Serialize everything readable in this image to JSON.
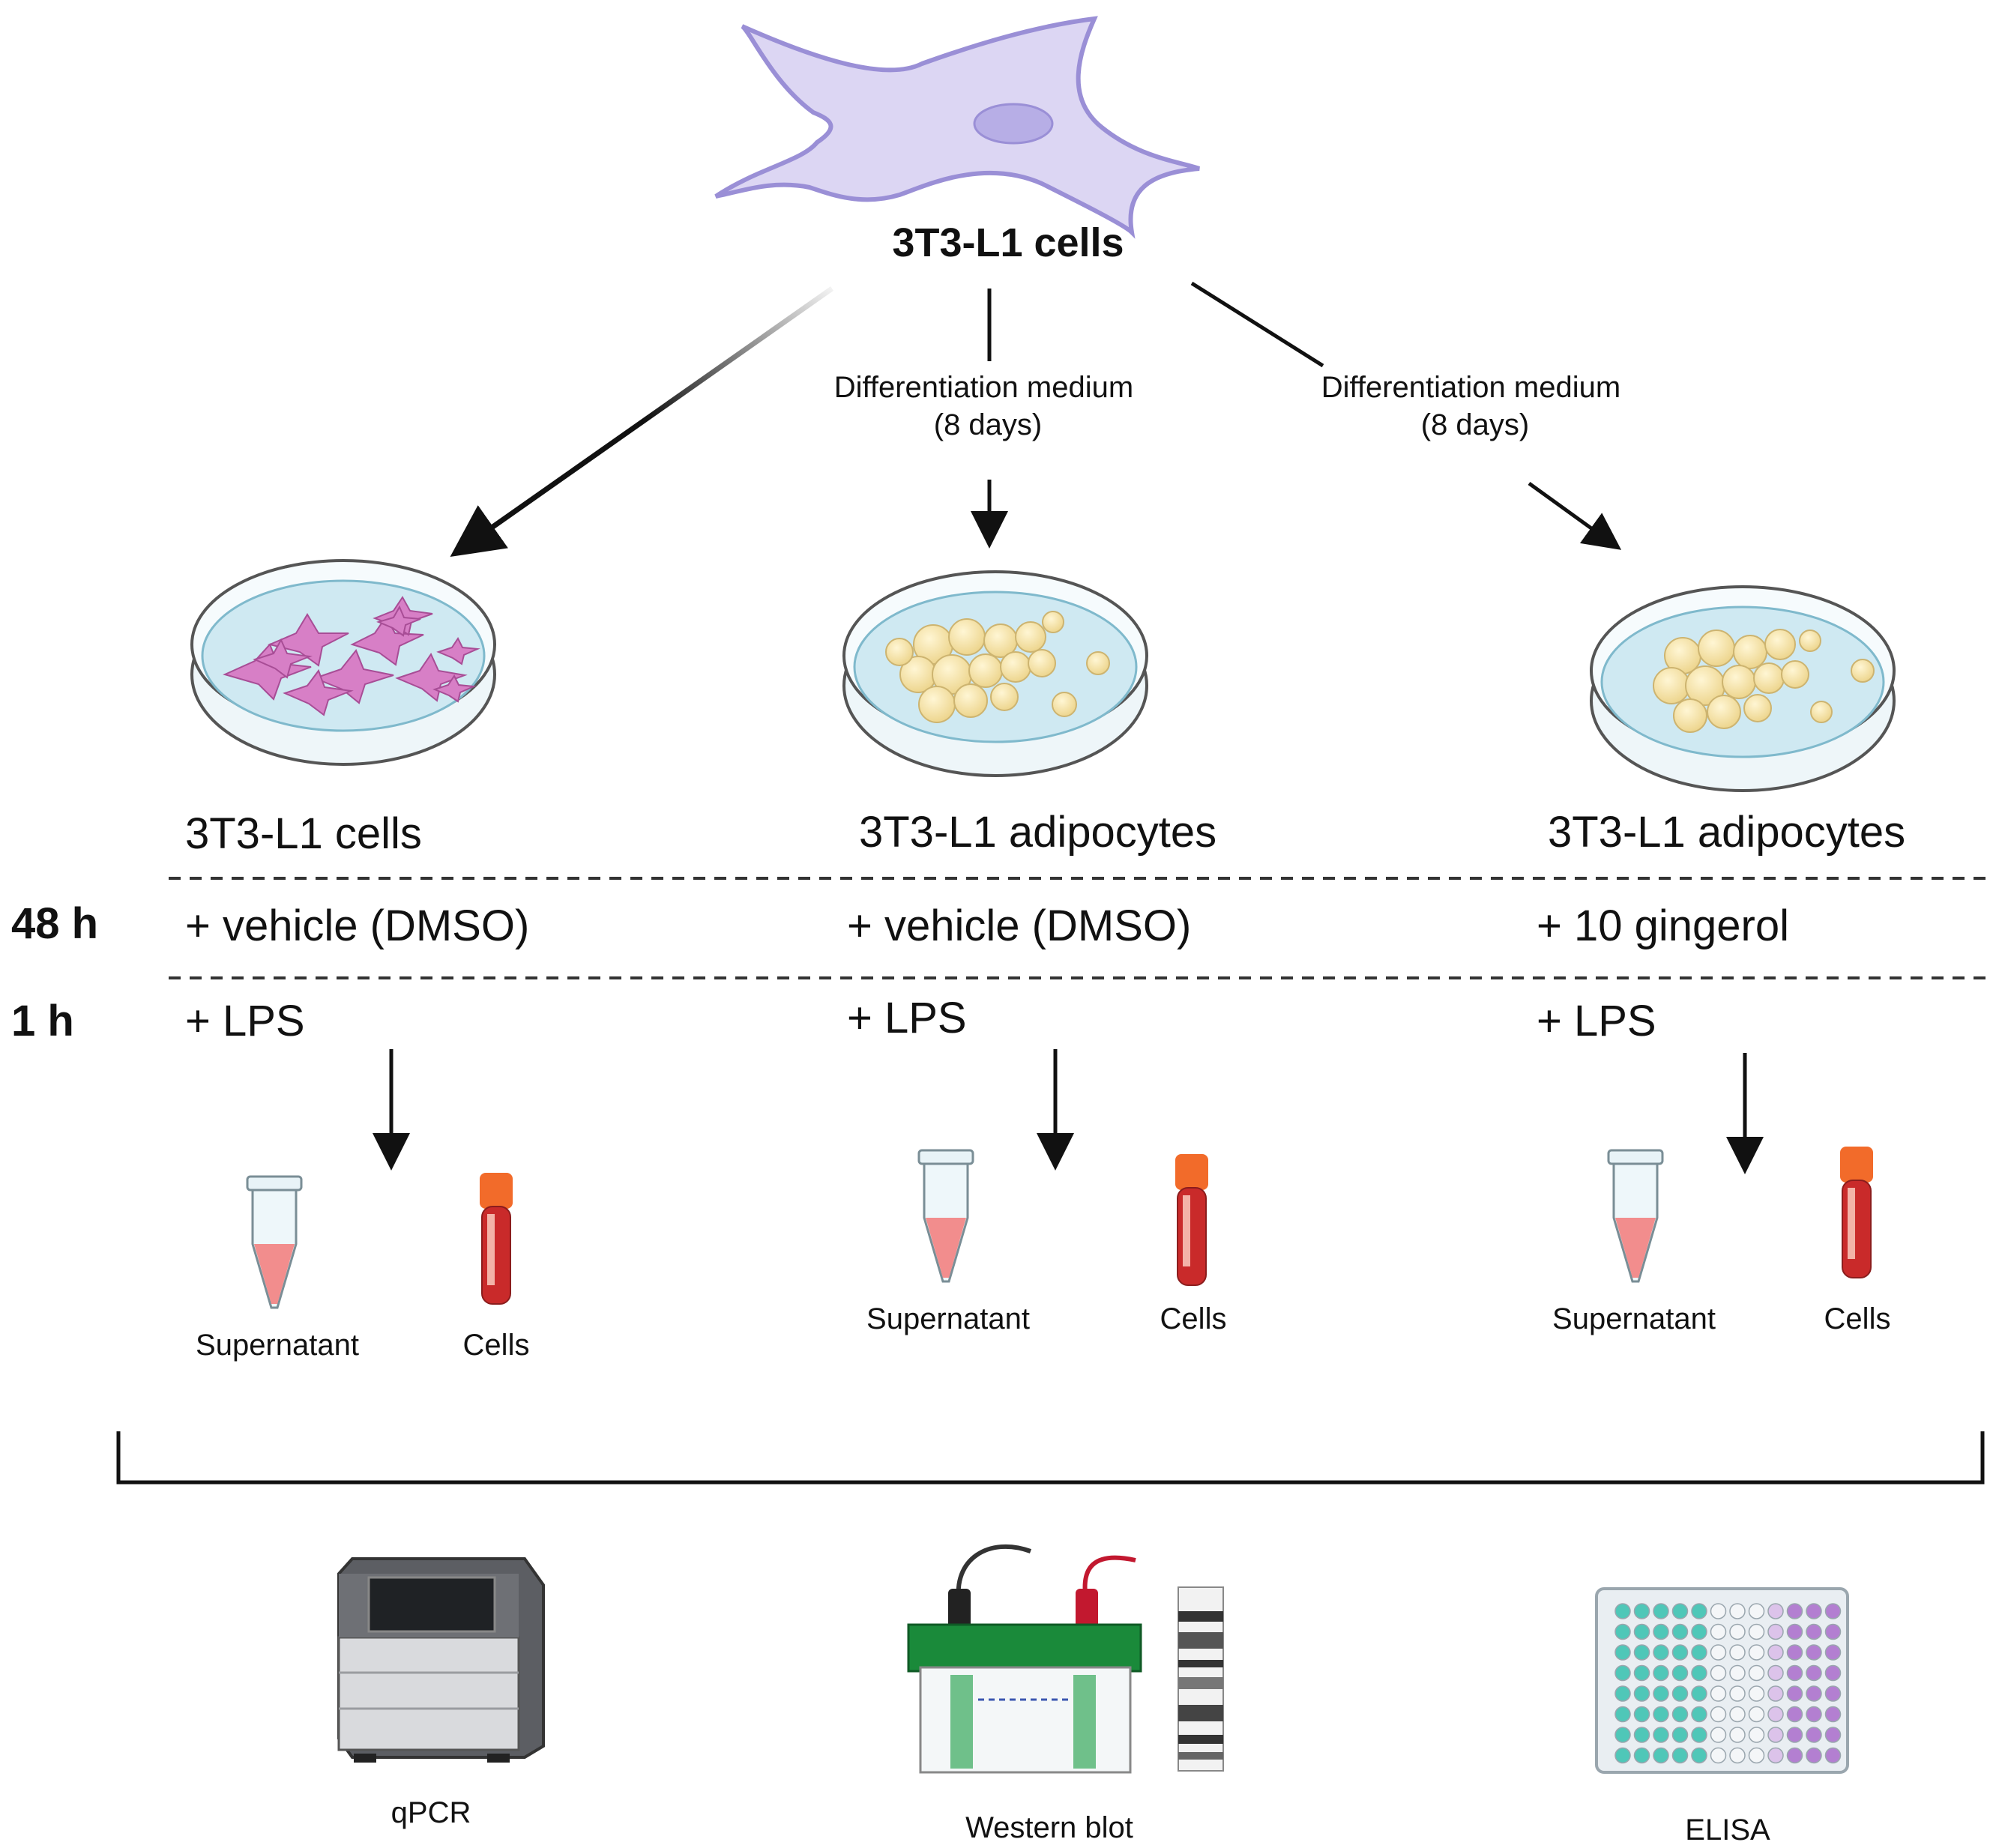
{
  "title": "3T3-L1 cells",
  "branches": [
    {
      "medium": "",
      "group_label": "3T3-L1 cells",
      "treatment": "+ vehicle (DMSO)",
      "stimulus": "+ LPS",
      "sample1": "Supernatant",
      "sample2": "Cells"
    },
    {
      "medium": "Differentiation medium\n(8 days)",
      "group_label": "3T3-L1 adipocytes",
      "treatment": "+ vehicle (DMSO)",
      "stimulus": "+ LPS",
      "sample1": "Supernatant",
      "sample2": "Cells"
    },
    {
      "medium": "Differentiation medium\n(8 days)",
      "group_label": "3T3-L1 adipocytes",
      "treatment": "+ 10 gingerol",
      "stimulus": "+ LPS",
      "sample1": "Supernatant",
      "sample2": "Cells"
    }
  ],
  "timepoints": {
    "treatment": "48 h",
    "stimulus": "1 h"
  },
  "methods": [
    "qPCR",
    "Western blot",
    "ELISA"
  ],
  "colors": {
    "cell_fill": "#dcd6f3",
    "cell_stroke": "#9a8fd6",
    "fibroblast": "#d77fc6",
    "adipocyte": "#f5e2a6",
    "dish": "#cfe9f2",
    "tube_liquid": "#f28d8d",
    "blood_tube": "#c92a2a",
    "cap": "#f26b2a",
    "blot_green": "#1a8a3a",
    "elisa_teal": "#4fc7b8",
    "elisa_purple": "#b37fd1"
  }
}
